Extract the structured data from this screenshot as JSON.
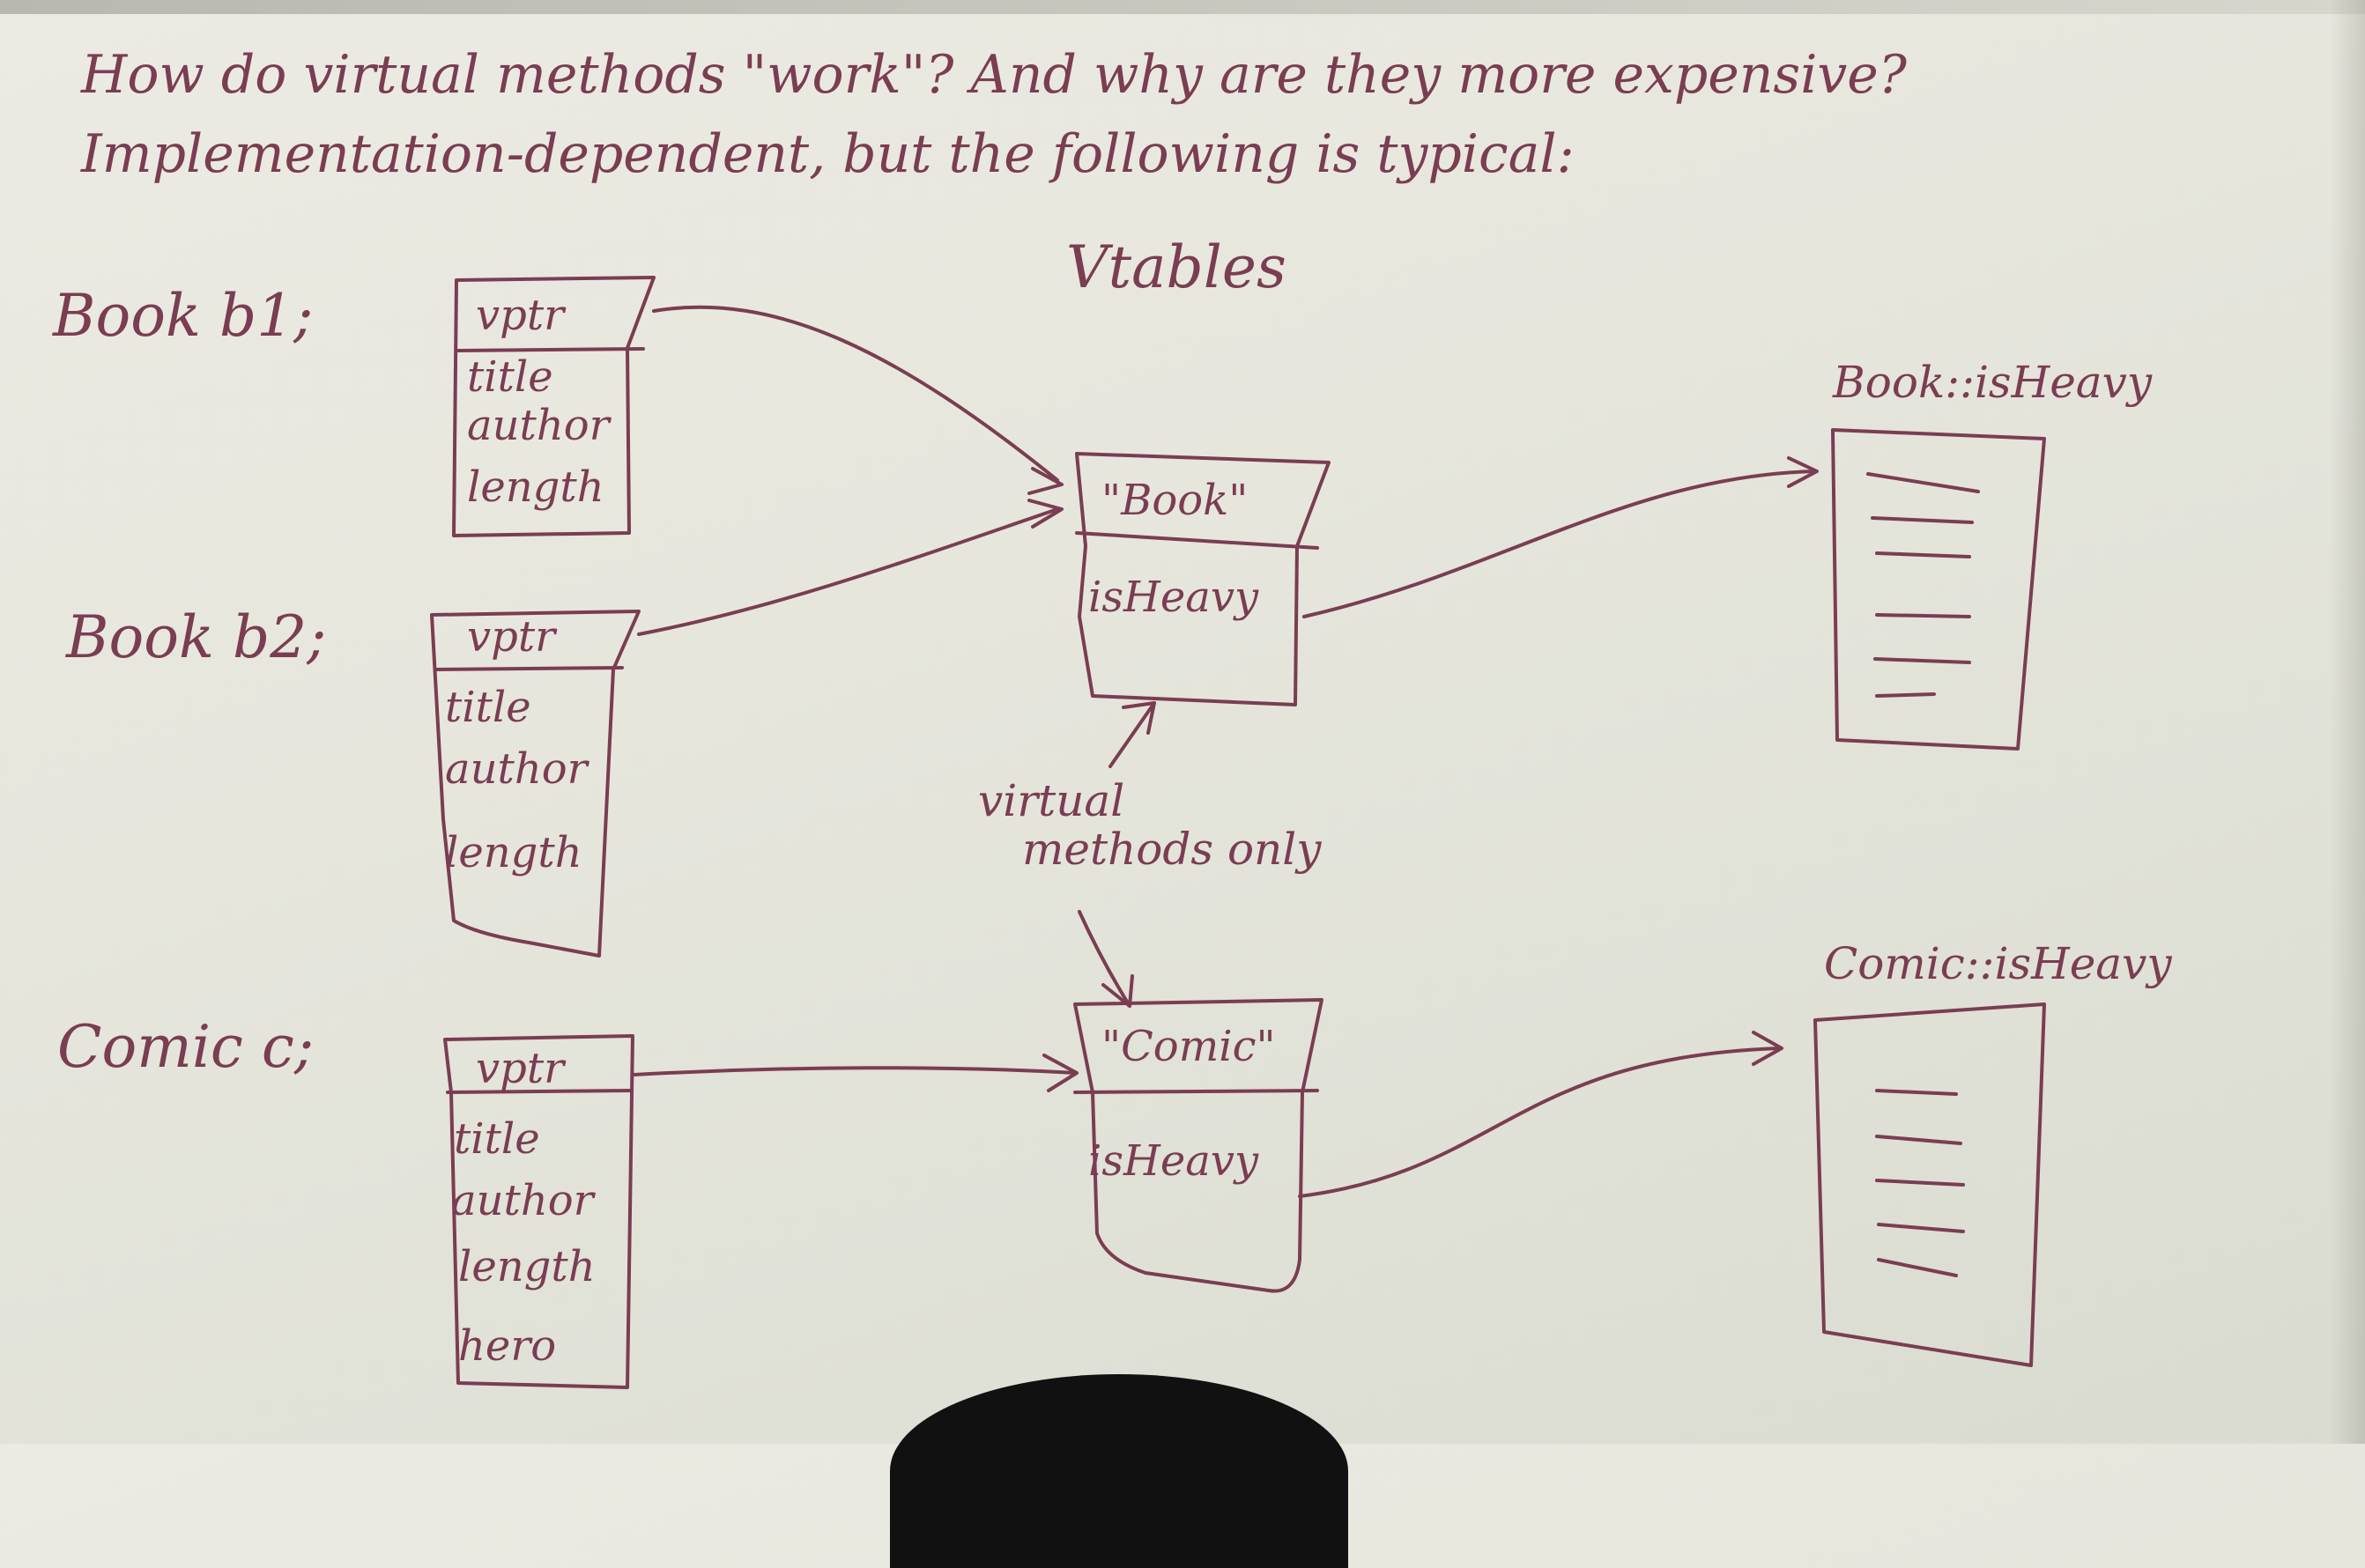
{
  "heading": {
    "line1": "How do virtual methods \"work\"? And why are they more expensive?",
    "line2": "Implementation-dependent, but the following is typical:"
  },
  "vtables_title": "Vtables",
  "objects": [
    {
      "label": "Book b1;",
      "fields": [
        "vptr",
        "title",
        "author",
        "length"
      ]
    },
    {
      "label": "Book b2;",
      "fields": [
        "vptr",
        "title",
        "author",
        "length"
      ]
    },
    {
      "label": "Comic c;",
      "fields": [
        "vptr",
        "title",
        "author",
        "length",
        "hero"
      ]
    }
  ],
  "vtables": [
    {
      "name": "\"Book\"",
      "entry": "isHeavy"
    },
    {
      "name": "\"Comic\"",
      "entry": "isHeavy"
    }
  ],
  "annotation": {
    "line1": "virtual",
    "line2": "methods only"
  },
  "methods": [
    {
      "name": "Book::isHeavy"
    },
    {
      "name": "Comic::isHeavy"
    }
  ],
  "colors": {
    "marker": "#7a3d52",
    "board": "#e6e6dd"
  }
}
